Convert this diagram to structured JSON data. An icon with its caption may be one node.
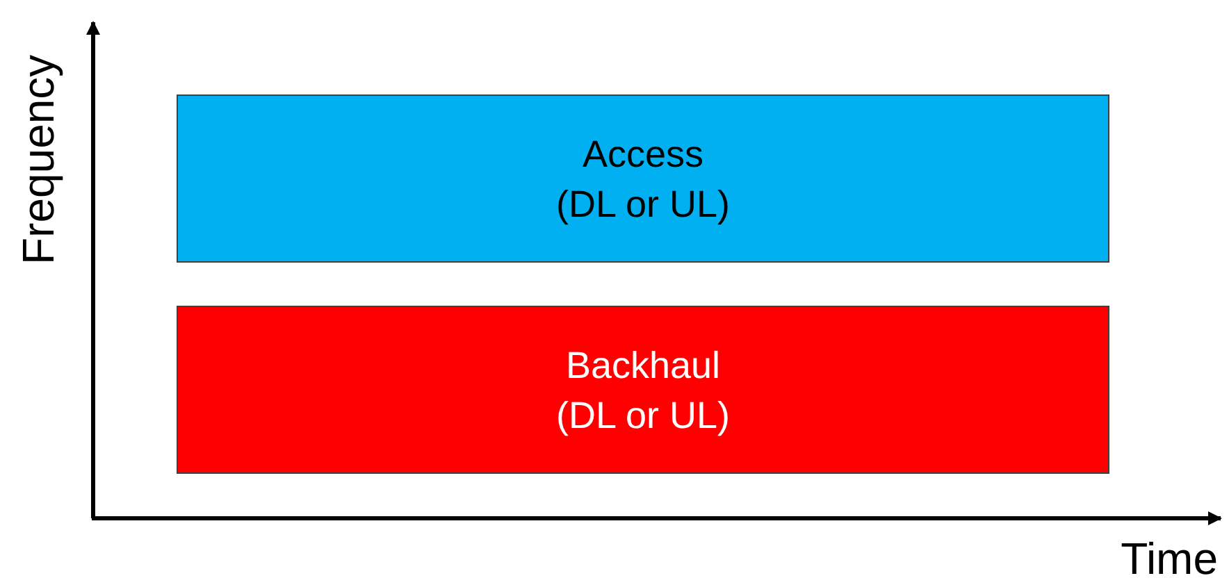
{
  "diagram": {
    "nodes": [
      {
        "text": [
          "Access",
          "(DL or UL)"
        ]
      },
      {
        "text": [
          "Backhaul",
          "(DL or UL)"
        ]
      }
    ],
    "labels": [
      "Frequency",
      "Time"
    ]
  }
}
